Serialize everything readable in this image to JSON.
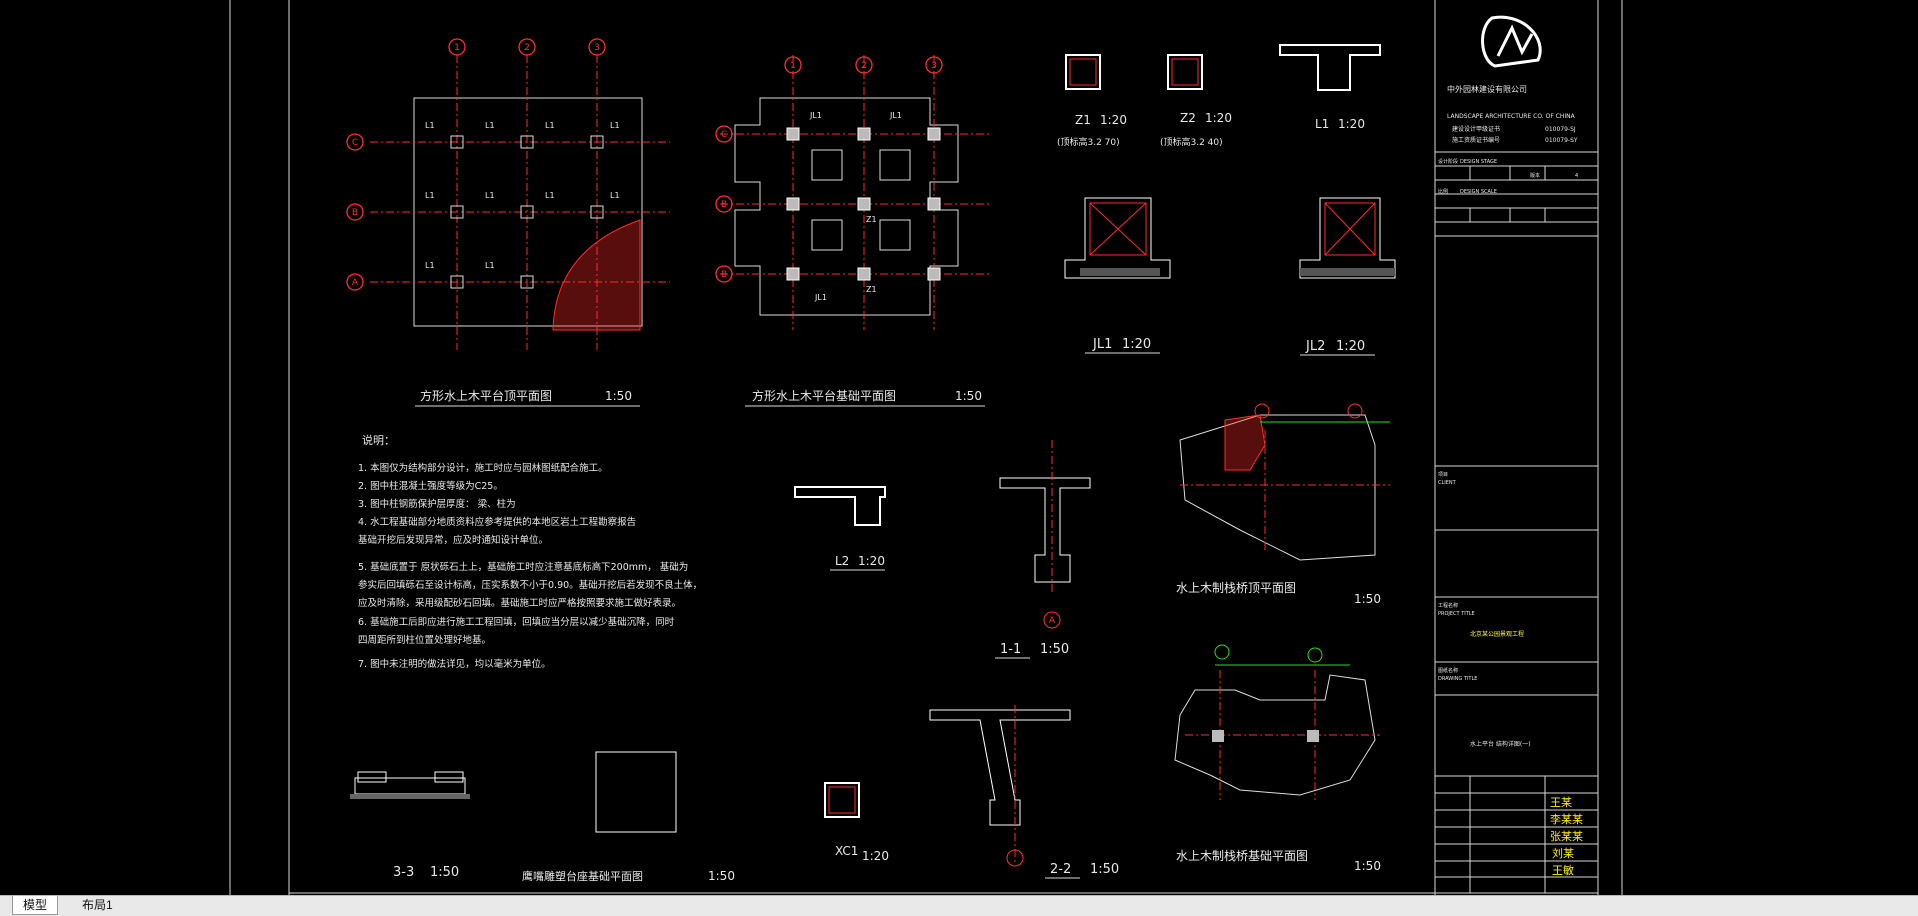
{
  "brand": {
    "company_cn": "中外园林建设有限公司",
    "company_en": "LANDSCAPE ARCHITECTURE CO. OF CHINA",
    "cert1_label": "建设设计甲级证书",
    "cert1_no": "010079-SJ",
    "cert2_label": "施工资质证书编号",
    "cert2_no": "010079-SY"
  },
  "title_block": {
    "stage_label": "设计阶段",
    "stage_en": "DESIGN STAGE",
    "version_label": "版本",
    "version_value": "4",
    "scale_label": "比例",
    "scale_en": "DESIGN SCALE",
    "client_label": "项目",
    "client_en": "CLIENT",
    "project_label": "工程名称",
    "project_en": "PROJECT TITLE",
    "project_value": "北京某公园景观工程",
    "drawing_label": "图纸名称",
    "drawing_en": "DRAWING TITLE",
    "drawing_value": "水上平台 结构详图(一)",
    "signatures": [
      "王某",
      "李某某",
      "张某某",
      "刘某",
      "王敏"
    ]
  },
  "drawings": {
    "plan1_title": "方形水上木平台顶平面图",
    "plan1_scale": "1:50",
    "plan2_title": "方形水上木平台基础平面图",
    "plan2_scale": "1:50",
    "z1": "Z1",
    "z1_scale": "1:20",
    "z1_note": "(顶标高3.2 70)",
    "z2": "Z2",
    "z2_scale": "1:20",
    "z2_note": "(顶标高3.2 40)",
    "l1": "L1",
    "l1_scale": "1:20",
    "jl1": "JL1",
    "jl1_scale": "1:20",
    "jl2": "JL2",
    "jl2_scale": "1:20",
    "l2": "L2",
    "l2_scale": "1:20",
    "sec11": "1-1",
    "sec11_scale": "1:50",
    "sec22": "2-2",
    "sec22_scale": "1:50",
    "sec33": "3-3",
    "sec33_scale": "1:50",
    "xc1": "XC1",
    "xc1_scale": "1:20",
    "trestle_top_title": "水上木制栈桥顶平面图",
    "trestle_top_scale": "1:50",
    "trestle_base_title": "水上木制栈桥基础平面图",
    "trestle_base_scale": "1:50",
    "bird_title": "鹰嘴雕塑台座基础平面图",
    "bird_scale": "1:50"
  },
  "notes": {
    "heading": "说明：",
    "lines": [
      "1.  本图仅为结构部分设计，施工时应与园林图纸配合施工。",
      "2.  图中柱混凝土强度等级为C25。",
      "3.  图中柱钢筋保护层厚度：                    梁、柱为",
      "4.  水工程基础部分地质资料应参考提供的本地区岩土工程勘察报告",
      "     基础开挖后发现异常，应及时通知设计单位。",
      "5.  基础底置于    原状砾石土上，基础施工时应注意基底标高下200mm， 基础为",
      "     参实后回填砾石至设计标高，压实系数不小于0.90。基础开挖后若发现不良土体，",
      "     应及时清除，采用级配砂石回填。基础施工时应严格按照要求施工做好表录。",
      "6.  基础施工后即应进行施工工程回填，回填应当分层以减少基础沉降，同时",
      "     四周距所到柱位置处理好地基。",
      "7.  图中未注明的做法详见，均以毫米为单位。"
    ]
  },
  "tabs": [
    {
      "label": "模型"
    },
    {
      "label": "布局1"
    }
  ],
  "colors": {
    "background": "#000000",
    "line": "#e8e8e8",
    "accent": "#ff2a2a",
    "green": "#22e022"
  }
}
